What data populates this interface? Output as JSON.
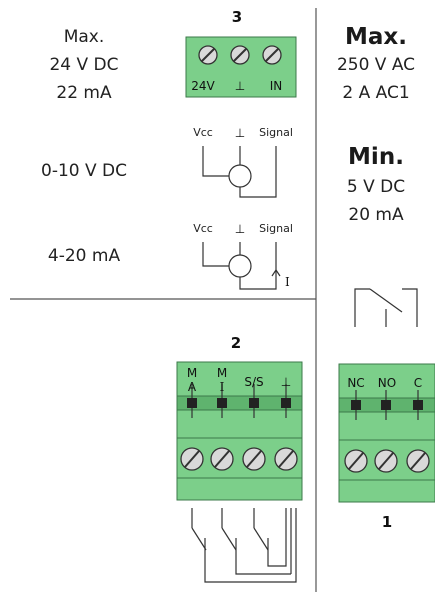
{
  "top_left": {
    "supply_max_label": "Max.",
    "supply_voltage": "24 V DC",
    "supply_current": "22 mA",
    "voltage_signal_label": "0-10 V DC",
    "current_signal_label": "4-20 mA"
  },
  "terminal_3": {
    "number": "3",
    "pin_labels": [
      "24V",
      "⊥",
      "IN"
    ],
    "wiring_labels": {
      "vcc": "Vcc",
      "ground": "⊥",
      "signal": "Signal",
      "current_arrow": "I"
    }
  },
  "relay_ratings": {
    "max_label": "Max.",
    "max_voltage": "250 V AC",
    "max_current": "2 A AC1",
    "min_label": "Min.",
    "min_voltage": "5 V DC",
    "min_current": "20 mA"
  },
  "terminal_2": {
    "number": "2",
    "pin_labels": [
      {
        "top": "M",
        "bottom": "A"
      },
      {
        "top": "M",
        "bottom": "I"
      },
      {
        "top": "",
        "bottom": "S/S"
      },
      {
        "top": "",
        "bottom": "⊥"
      }
    ]
  },
  "terminal_1": {
    "number": "1",
    "pin_labels": [
      "NC",
      "NO",
      "C"
    ]
  },
  "colors": {
    "terminal_green": "#7ccf8a",
    "terminal_border": "#3b7a49",
    "line": "#333333"
  }
}
